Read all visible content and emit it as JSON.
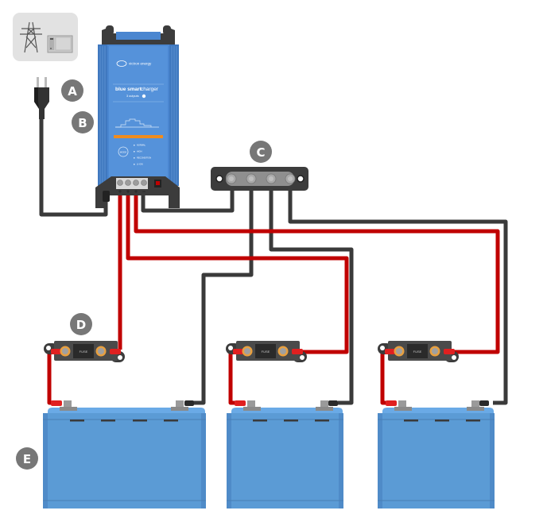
{
  "labels": {
    "a": "A",
    "b": "B",
    "c": "C",
    "d": "D",
    "e": "E"
  },
  "charger": {
    "brand": "victron energy",
    "model_line1": "blue smart",
    "model_line2": "charger",
    "outputs": "3 outputs",
    "mode_button": "MODE",
    "terminal_signs": [
      "+",
      "+",
      "+",
      "−"
    ],
    "status_leds": [
      "NORMAL",
      "HIGH",
      "RECONDITION",
      "LI-ION"
    ]
  },
  "fuses": [
    {
      "label": "FUSE"
    },
    {
      "label": "FUSE"
    },
    {
      "label": "FUSE"
    }
  ],
  "icons": {
    "grid": "power-pylon-icon",
    "generator": "generator-icon",
    "plug": "ac-plug-icon",
    "bluetooth": "bluetooth-icon"
  },
  "colors": {
    "positive_wire": "#c00000",
    "negative_wire": "#3a3a3a",
    "battery": "#5b9bd5",
    "charger": "#4a86d0",
    "label_badge": "#777777"
  }
}
